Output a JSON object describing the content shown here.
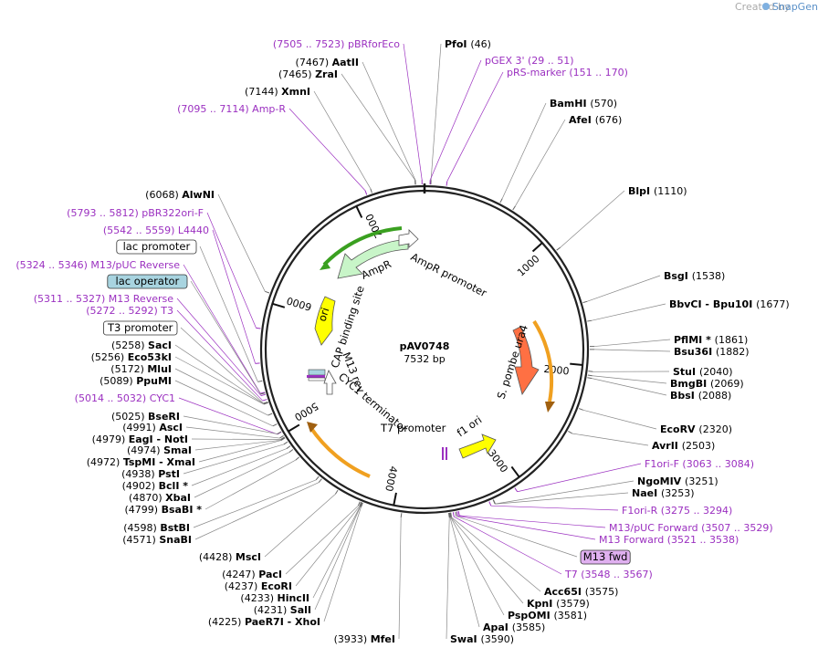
{
  "watermark": {
    "created_by": "Created by",
    "brand": "SnapGene"
  },
  "plasmid": {
    "name": "pAV0748",
    "size": "7532 bp"
  },
  "ticks": [
    "1000",
    "2000",
    "3000",
    "4000",
    "5000",
    "6000",
    "7000"
  ],
  "features": {
    "ampR": "AmpR",
    "ampR_promoter": "AmpR promoter",
    "ori": "ori",
    "cap_site": "CAP binding site",
    "m13rev": "M13 rev",
    "cyc1": "CYC1 terminator",
    "t7prom": "T7 promoter",
    "f1ori": "f1 ori",
    "ura4": "S. pombe ura4"
  },
  "labels_left": [
    {
      "kind": "primer",
      "text": "(7505 .. 7523)  pBRforEco"
    },
    {
      "kind": "enzyme",
      "pos": "(7467)",
      "name": "AatII"
    },
    {
      "kind": "enzyme",
      "pos": "(7465)",
      "name": "ZraI"
    },
    {
      "kind": "enzyme",
      "pos": "(7144)",
      "name": "XmnI"
    },
    {
      "kind": "primer",
      "text": "(7095 .. 7114)  Amp-R"
    },
    {
      "kind": "enzyme",
      "pos": "(6068)",
      "name": "AlwNI"
    },
    {
      "kind": "primer",
      "text": "(5793 .. 5812)  pBR322ori-F"
    },
    {
      "kind": "primer",
      "text": "(5542 .. 5559)  L4440"
    },
    {
      "kind": "box",
      "text": "lac promoter"
    },
    {
      "kind": "primer",
      "text": "(5324 .. 5346)  M13/pUC Reverse"
    },
    {
      "kind": "boxblue",
      "text": "lac operator"
    },
    {
      "kind": "primer",
      "text": "(5311 .. 5327)  M13 Reverse"
    },
    {
      "kind": "primer",
      "text": "(5272 .. 5292)  T3"
    },
    {
      "kind": "box",
      "text": "T3 promoter"
    },
    {
      "kind": "enzyme",
      "pos": "(5258)",
      "name": "SacI"
    },
    {
      "kind": "enzyme",
      "pos": "(5256)",
      "name": "Eco53kI"
    },
    {
      "kind": "enzyme",
      "pos": "(5172)",
      "name": "MluI"
    },
    {
      "kind": "enzyme",
      "pos": "(5089)",
      "name": "PpuMI"
    },
    {
      "kind": "primer",
      "text": "(5014 .. 5032)  CYC1"
    },
    {
      "kind": "enzyme",
      "pos": "(5025)",
      "name": "BseRI"
    },
    {
      "kind": "enzyme",
      "pos": "(4991)",
      "name": "AscI"
    },
    {
      "kind": "enzyme",
      "pos": "(4979)",
      "name": "EagI  - NotI"
    },
    {
      "kind": "enzyme",
      "pos": "(4974)",
      "name": "SmaI"
    },
    {
      "kind": "enzyme",
      "pos": "(4972)",
      "name": "TspMI  - XmaI"
    },
    {
      "kind": "enzyme",
      "pos": "(4938)",
      "name": "PstI"
    },
    {
      "kind": "enzyme",
      "pos": "(4902)",
      "name": "BclI *"
    },
    {
      "kind": "enzyme",
      "pos": "(4870)",
      "name": "XbaI"
    },
    {
      "kind": "enzyme",
      "pos": "(4799)",
      "name": "BsaBI *"
    },
    {
      "kind": "enzyme",
      "pos": "(4598)",
      "name": "BstBI"
    },
    {
      "kind": "enzyme",
      "pos": "(4571)",
      "name": "SnaBI"
    },
    {
      "kind": "enzyme",
      "pos": "(4428)",
      "name": "MscI"
    },
    {
      "kind": "enzyme",
      "pos": "(4247)",
      "name": "PacI"
    },
    {
      "kind": "enzyme",
      "pos": "(4237)",
      "name": "EcoRI"
    },
    {
      "kind": "enzyme",
      "pos": "(4233)",
      "name": "HincII"
    },
    {
      "kind": "enzyme",
      "pos": "(4231)",
      "name": "SalI"
    },
    {
      "kind": "enzyme",
      "pos": "(4225)",
      "name": "PaeR7I  - XhoI"
    },
    {
      "kind": "enzyme",
      "pos": "(3933)",
      "name": "MfeI"
    }
  ],
  "labels_right": [
    {
      "kind": "enzyme",
      "name": "PfoI",
      "pos": "(46)"
    },
    {
      "kind": "primer",
      "text": "pGEX 3'    (29 .. 51)"
    },
    {
      "kind": "primer",
      "text": "pRS-marker    (151 .. 170)"
    },
    {
      "kind": "enzyme",
      "name": "BamHI",
      "pos": "(570)"
    },
    {
      "kind": "enzyme",
      "name": "AfeI",
      "pos": "(676)"
    },
    {
      "kind": "enzyme",
      "name": "BlpI",
      "pos": "(1110)"
    },
    {
      "kind": "enzyme",
      "name": "BsgI",
      "pos": "(1538)"
    },
    {
      "kind": "enzyme",
      "name": "BbvCI  - Bpu10I",
      "pos": "(1677)"
    },
    {
      "kind": "enzyme",
      "name": "PflMI *",
      "pos": "(1861)"
    },
    {
      "kind": "enzyme",
      "name": "Bsu36I",
      "pos": "(1882)"
    },
    {
      "kind": "enzyme",
      "name": "StuI",
      "pos": "(2040)"
    },
    {
      "kind": "enzyme",
      "name": "BmgBI",
      "pos": "(2069)"
    },
    {
      "kind": "enzyme",
      "name": "BbsI",
      "pos": "(2088)"
    },
    {
      "kind": "enzyme",
      "name": "EcoRV",
      "pos": "(2320)"
    },
    {
      "kind": "enzyme",
      "name": "AvrII",
      "pos": "(2503)"
    },
    {
      "kind": "primer",
      "text": "F1ori-F    (3063 .. 3084)"
    },
    {
      "kind": "enzyme",
      "name": "NgoMIV",
      "pos": "(3251)"
    },
    {
      "kind": "enzyme",
      "name": "NaeI",
      "pos": "(3253)"
    },
    {
      "kind": "primer",
      "text": "F1ori-R    (3275 .. 3294)"
    },
    {
      "kind": "primer",
      "text": "M13/pUC Forward    (3507 .. 3529)"
    },
    {
      "kind": "primer",
      "text": "M13 Forward    (3521 .. 3538)"
    },
    {
      "kind": "boxpurple",
      "text": "M13 fwd"
    },
    {
      "kind": "primer",
      "text": "T7    (3548 .. 3567)"
    },
    {
      "kind": "enzyme",
      "name": "Acc65I",
      "pos": "(3575)"
    },
    {
      "kind": "enzyme",
      "name": "KpnI",
      "pos": "(3579)"
    },
    {
      "kind": "enzyme",
      "name": "PspOMI",
      "pos": "(3581)"
    },
    {
      "kind": "enzyme",
      "name": "ApaI",
      "pos": "(3585)"
    },
    {
      "kind": "enzyme",
      "name": "SwaI",
      "pos": "(3590)"
    }
  ],
  "colors": {
    "primer": "#9b30c0",
    "ampR": "#c8f5c8",
    "ori": "#ffff00",
    "ura4": "#ff7043",
    "f1ori": "#ffff00",
    "orange_arc": "#f0a020",
    "green_arc": "#3aa020",
    "box_blue": "#a8d4e0",
    "box_purple": "#e0b0f0"
  }
}
